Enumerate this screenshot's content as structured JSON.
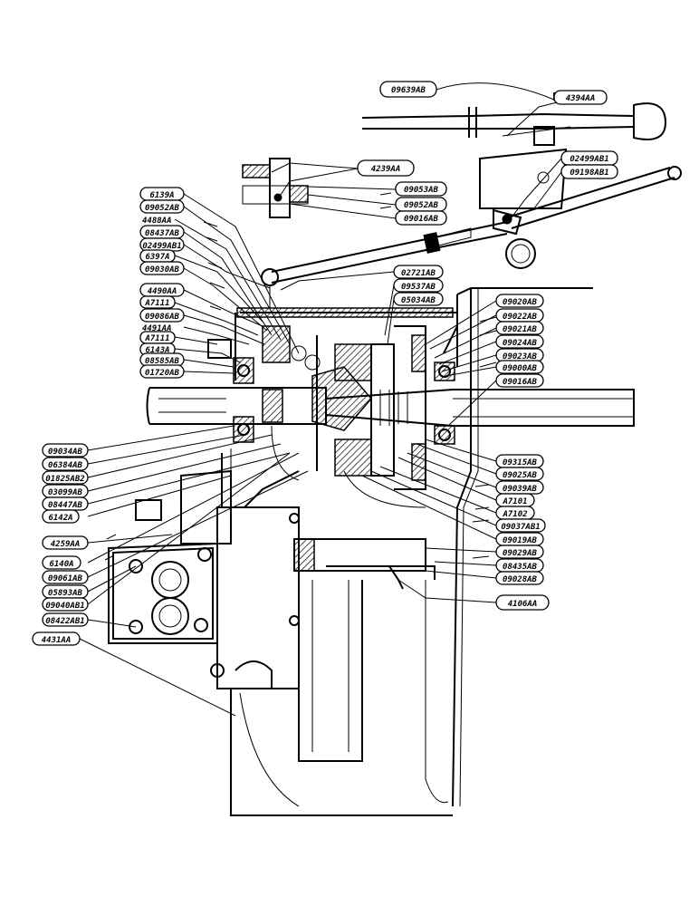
{
  "labels_top": [
    {
      "id": "l0",
      "text": "09639AB"
    },
    {
      "id": "l1",
      "text": "4394AA"
    },
    {
      "id": "l2",
      "text": "4239AA"
    },
    {
      "id": "l3",
      "text": "09053AB"
    },
    {
      "id": "l4",
      "text": "09052AB"
    },
    {
      "id": "l5",
      "text": "09016AB"
    },
    {
      "id": "l6",
      "text": "02499AB1"
    },
    {
      "id": "l7",
      "text": "09198AB1"
    }
  ],
  "labels_left": [
    {
      "id": "ll0",
      "text": "6139A"
    },
    {
      "id": "ll1",
      "text": "09052AB"
    },
    {
      "id": "ll2",
      "text": "4488AA"
    },
    {
      "id": "ll3",
      "text": "08437AB"
    },
    {
      "id": "ll4",
      "text": "02499AB1"
    },
    {
      "id": "ll5",
      "text": "6397A"
    },
    {
      "id": "ll6",
      "text": "09030AB"
    },
    {
      "id": "ll7",
      "text": "4490AA"
    },
    {
      "id": "ll8",
      "text": "A7111"
    },
    {
      "id": "ll9",
      "text": "09086AB"
    },
    {
      "id": "ll10",
      "text": "4491AA"
    },
    {
      "id": "ll11",
      "text": "A7111"
    },
    {
      "id": "ll12",
      "text": "6143A"
    },
    {
      "id": "ll13",
      "text": "08585AB"
    },
    {
      "id": "ll14",
      "text": "01720AB"
    },
    {
      "id": "ll15",
      "text": "09034AB"
    },
    {
      "id": "ll16",
      "text": "06384AB"
    },
    {
      "id": "ll17",
      "text": "01825AB2"
    },
    {
      "id": "ll18",
      "text": "03099AB"
    },
    {
      "id": "ll19",
      "text": "08447AB"
    },
    {
      "id": "ll20",
      "text": "6142A"
    },
    {
      "id": "ll21",
      "text": "4259AA"
    },
    {
      "id": "ll22",
      "text": "6140A"
    },
    {
      "id": "ll23",
      "text": "09061AB"
    },
    {
      "id": "ll24",
      "text": "05893AB"
    },
    {
      "id": "ll25",
      "text": "09040AB1"
    },
    {
      "id": "ll26",
      "text": "08422AB1"
    },
    {
      "id": "ll27",
      "text": "4431AA"
    }
  ],
  "labels_center": [
    {
      "id": "lc0",
      "text": "02721AB"
    },
    {
      "id": "lc1",
      "text": "09537AB"
    },
    {
      "id": "lc2",
      "text": "05034AB"
    }
  ],
  "labels_right": [
    {
      "id": "lr0",
      "text": "09020AB"
    },
    {
      "id": "lr1",
      "text": "09022AB"
    },
    {
      "id": "lr2",
      "text": "09021AB"
    },
    {
      "id": "lr3",
      "text": "09024AB"
    },
    {
      "id": "lr4",
      "text": "09023AB"
    },
    {
      "id": "lr5",
      "text": "09000AB"
    },
    {
      "id": "lr6",
      "text": "09016AB"
    },
    {
      "id": "lr7",
      "text": "09315AB"
    },
    {
      "id": "lr8",
      "text": "09025AB"
    },
    {
      "id": "lr9",
      "text": "09039AB"
    },
    {
      "id": "lr10",
      "text": "A7101"
    },
    {
      "id": "lr11",
      "text": "A7102"
    },
    {
      "id": "lr12",
      "text": "09037AB1"
    },
    {
      "id": "lr13",
      "text": "09019AB"
    },
    {
      "id": "lr14",
      "text": "09029AB"
    },
    {
      "id": "lr15",
      "text": "08435AB"
    },
    {
      "id": "lr16",
      "text": "09028AB"
    },
    {
      "id": "lr17",
      "text": "4106AA"
    }
  ]
}
